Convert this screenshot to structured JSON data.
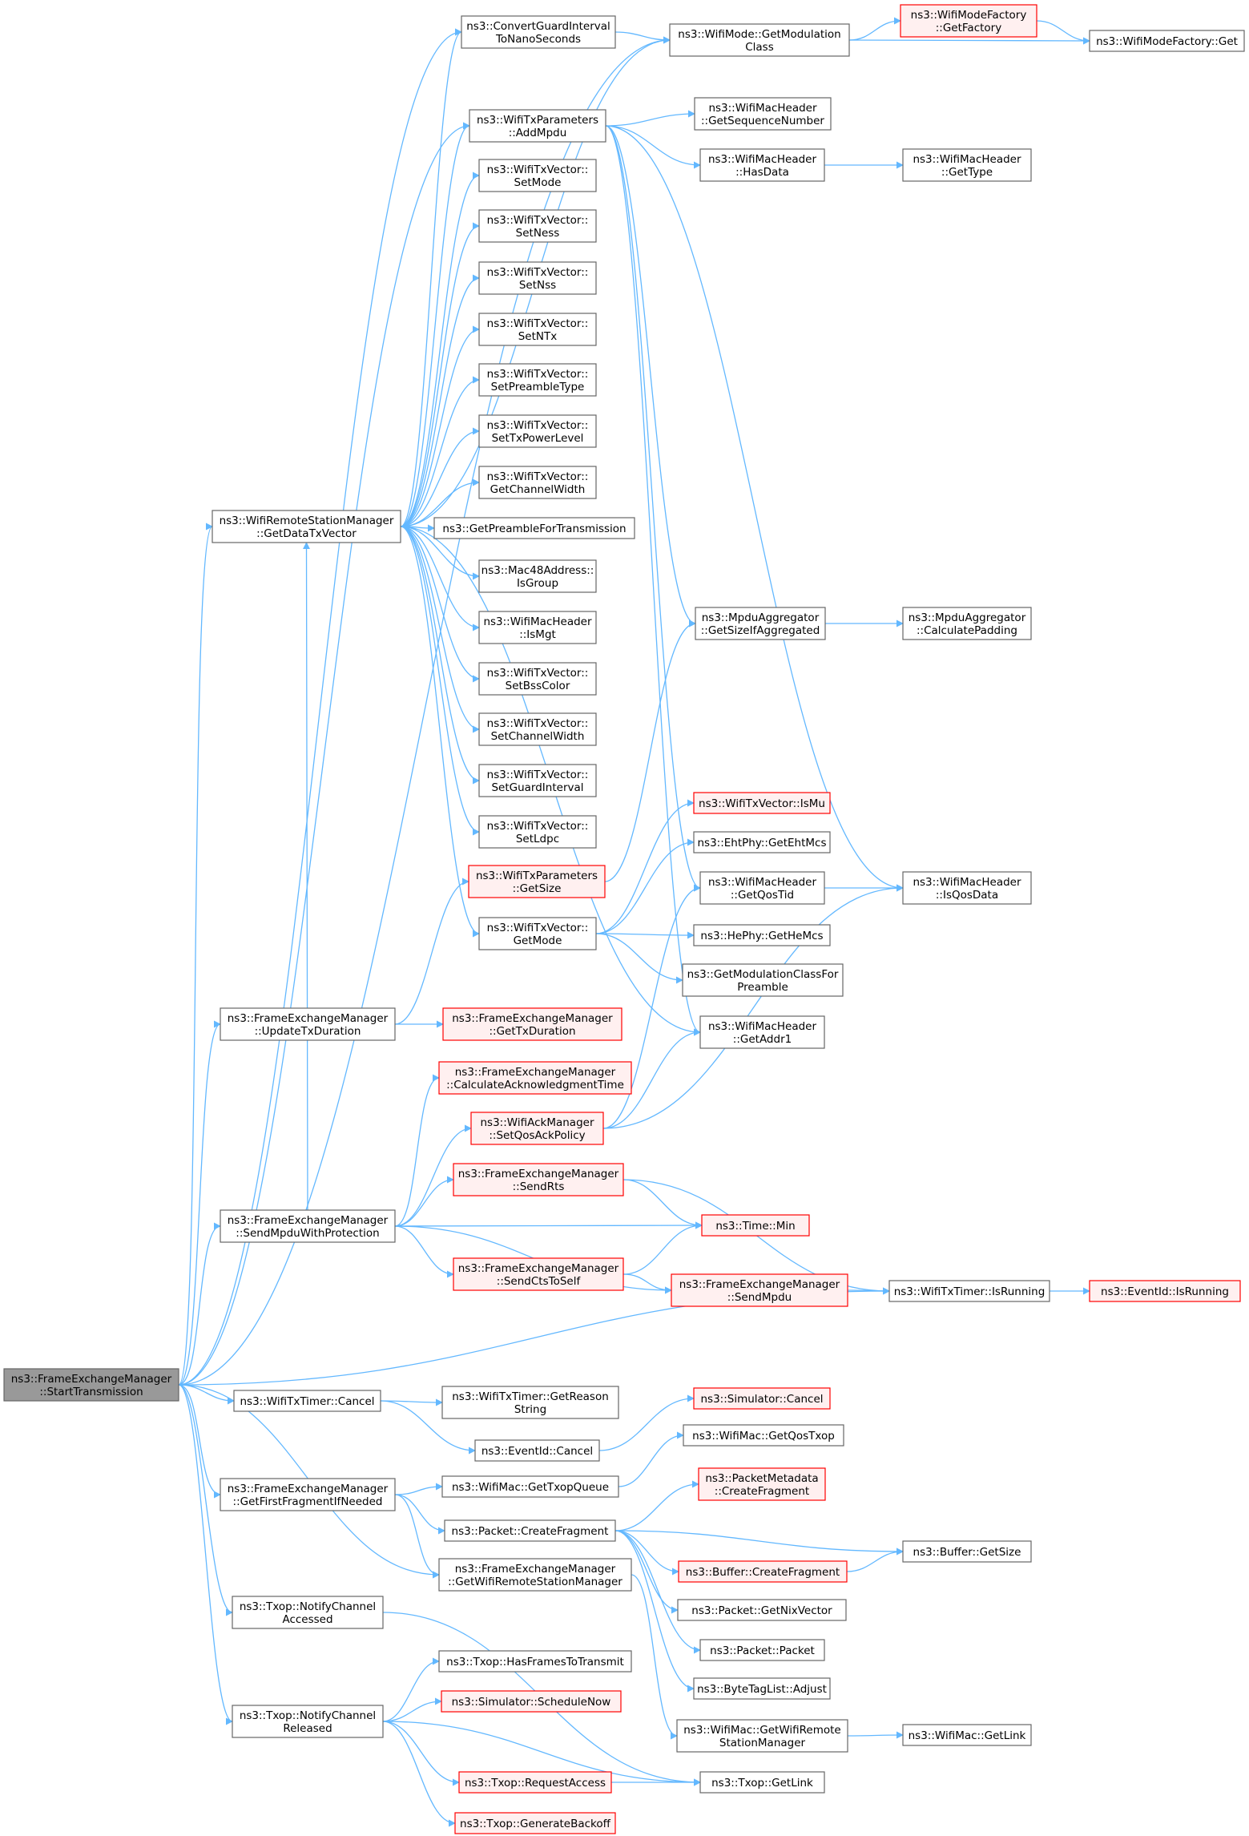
{
  "colors": {
    "edge": "#63b8ff",
    "node_border": "#666666",
    "node_fill": "#ffffff",
    "truncated_border": "#ff0000",
    "truncated_fill": "#fff0f0",
    "root_fill": "#999999",
    "root_border": "#666666"
  },
  "nodes": [
    {
      "id": "root",
      "lines": [
        "ns3::FrameExchangeManager",
        "::StartTransmission"
      ],
      "style": "root"
    },
    {
      "id": "convertGuard",
      "lines": [
        "ns3::ConvertGuardInterval",
        "ToNanoSeconds"
      ],
      "style": "normal"
    },
    {
      "id": "getModClass",
      "lines": [
        "ns3::WifiMode::GetModulation",
        "Class"
      ],
      "style": "normal"
    },
    {
      "id": "getFactory",
      "lines": [
        "ns3::WifiModeFactory",
        "::GetFactory"
      ],
      "style": "truncated"
    },
    {
      "id": "factoryGet",
      "lines": [
        "ns3::WifiModeFactory::Get"
      ],
      "style": "normal"
    },
    {
      "id": "addMpdu",
      "lines": [
        "ns3::WifiTxParameters",
        "::AddMpdu"
      ],
      "style": "normal"
    },
    {
      "id": "getSeqNum",
      "lines": [
        "ns3::WifiMacHeader",
        "::GetSequenceNumber"
      ],
      "style": "normal"
    },
    {
      "id": "hasData",
      "lines": [
        "ns3::WifiMacHeader",
        "::HasData"
      ],
      "style": "normal"
    },
    {
      "id": "getType",
      "lines": [
        "ns3::WifiMacHeader",
        "::GetType"
      ],
      "style": "normal"
    },
    {
      "id": "setMode",
      "lines": [
        "ns3::WifiTxVector::",
        "SetMode"
      ],
      "style": "normal"
    },
    {
      "id": "setNess",
      "lines": [
        "ns3::WifiTxVector::",
        "SetNess"
      ],
      "style": "normal"
    },
    {
      "id": "setNss",
      "lines": [
        "ns3::WifiTxVector::",
        "SetNss"
      ],
      "style": "normal"
    },
    {
      "id": "setNTx",
      "lines": [
        "ns3::WifiTxVector::",
        "SetNTx"
      ],
      "style": "normal"
    },
    {
      "id": "setPreamble",
      "lines": [
        "ns3::WifiTxVector::",
        "SetPreambleType"
      ],
      "style": "normal"
    },
    {
      "id": "setTxPower",
      "lines": [
        "ns3::WifiTxVector::",
        "SetTxPowerLevel"
      ],
      "style": "normal"
    },
    {
      "id": "getChWidth",
      "lines": [
        "ns3::WifiTxVector::",
        "GetChannelWidth"
      ],
      "style": "normal"
    },
    {
      "id": "getDataTxVector",
      "lines": [
        "ns3::WifiRemoteStationManager",
        "::GetDataTxVector"
      ],
      "style": "normal"
    },
    {
      "id": "getPreambleForTx",
      "lines": [
        "ns3::GetPreambleForTransmission"
      ],
      "style": "normal"
    },
    {
      "id": "isGroup",
      "lines": [
        "ns3::Mac48Address::",
        "IsGroup"
      ],
      "style": "normal"
    },
    {
      "id": "isMgt",
      "lines": [
        "ns3::WifiMacHeader",
        "::IsMgt"
      ],
      "style": "normal"
    },
    {
      "id": "setBssColor",
      "lines": [
        "ns3::WifiTxVector::",
        "SetBssColor"
      ],
      "style": "normal"
    },
    {
      "id": "setChWidth",
      "lines": [
        "ns3::WifiTxVector::",
        "SetChannelWidth"
      ],
      "style": "normal"
    },
    {
      "id": "setGuard",
      "lines": [
        "ns3::WifiTxVector::",
        "SetGuardInterval"
      ],
      "style": "normal"
    },
    {
      "id": "setLdpc",
      "lines": [
        "ns3::WifiTxVector::",
        "SetLdpc"
      ],
      "style": "normal"
    },
    {
      "id": "getSizeIfAgg",
      "lines": [
        "ns3::MpduAggregator",
        "::GetSizeIfAggregated"
      ],
      "style": "normal"
    },
    {
      "id": "calcPadding",
      "lines": [
        "ns3::MpduAggregator",
        "::CalculatePadding"
      ],
      "style": "normal"
    },
    {
      "id": "isMu",
      "lines": [
        "ns3::WifiTxVector::IsMu"
      ],
      "style": "truncated"
    },
    {
      "id": "getEhtMcs",
      "lines": [
        "ns3::EhtPhy::GetEhtMcs"
      ],
      "style": "normal"
    },
    {
      "id": "txParamGetSize",
      "lines": [
        "ns3::WifiTxParameters",
        "::GetSize"
      ],
      "style": "truncated"
    },
    {
      "id": "getQosTid",
      "lines": [
        "ns3::WifiMacHeader",
        "::GetQosTid"
      ],
      "style": "normal"
    },
    {
      "id": "isQosData",
      "lines": [
        "ns3::WifiMacHeader",
        "::IsQosData"
      ],
      "style": "normal"
    },
    {
      "id": "txVecGetMode",
      "lines": [
        "ns3::WifiTxVector::",
        "GetMode"
      ],
      "style": "normal"
    },
    {
      "id": "getHeMcs",
      "lines": [
        "ns3::HePhy::GetHeMcs"
      ],
      "style": "normal"
    },
    {
      "id": "getModClassPre",
      "lines": [
        "ns3::GetModulationClassFor",
        "Preamble"
      ],
      "style": "normal"
    },
    {
      "id": "updateTxDur",
      "lines": [
        "ns3::FrameExchangeManager",
        "::UpdateTxDuration"
      ],
      "style": "normal"
    },
    {
      "id": "getTxDuration",
      "lines": [
        "ns3::FrameExchangeManager",
        "::GetTxDuration"
      ],
      "style": "truncated"
    },
    {
      "id": "getAddr1",
      "lines": [
        "ns3::WifiMacHeader",
        "::GetAddr1"
      ],
      "style": "normal"
    },
    {
      "id": "calcAckTime",
      "lines": [
        "ns3::FrameExchangeManager",
        "::CalculateAcknowledgmentTime"
      ],
      "style": "truncated"
    },
    {
      "id": "setQosAck",
      "lines": [
        "ns3::WifiAckManager",
        "::SetQosAckPolicy"
      ],
      "style": "truncated"
    },
    {
      "id": "sendRts",
      "lines": [
        "ns3::FrameExchangeManager",
        "::SendRts"
      ],
      "style": "truncated"
    },
    {
      "id": "sendMpduProt",
      "lines": [
        "ns3::FrameExchangeManager",
        "::SendMpduWithProtection"
      ],
      "style": "normal"
    },
    {
      "id": "timeMin",
      "lines": [
        "ns3::Time::Min"
      ],
      "style": "truncated"
    },
    {
      "id": "sendCts",
      "lines": [
        "ns3::FrameExchangeManager",
        "::SendCtsToSelf"
      ],
      "style": "truncated"
    },
    {
      "id": "sendMpdu",
      "lines": [
        "ns3::FrameExchangeManager",
        "::SendMpdu"
      ],
      "style": "truncated"
    },
    {
      "id": "timerIsRunning",
      "lines": [
        "ns3::WifiTxTimer::IsRunning"
      ],
      "style": "normal"
    },
    {
      "id": "eventIsRunning",
      "lines": [
        "ns3::EventId::IsRunning"
      ],
      "style": "truncated"
    },
    {
      "id": "timerCancel",
      "lines": [
        "ns3::WifiTxTimer::Cancel"
      ],
      "style": "normal"
    },
    {
      "id": "getReasonStr",
      "lines": [
        "ns3::WifiTxTimer::GetReason",
        "String"
      ],
      "style": "normal"
    },
    {
      "id": "simCancel",
      "lines": [
        "ns3::Simulator::Cancel"
      ],
      "style": "truncated"
    },
    {
      "id": "eventCancel",
      "lines": [
        "ns3::EventId::Cancel"
      ],
      "style": "normal"
    },
    {
      "id": "getQosTxop",
      "lines": [
        "ns3::WifiMac::GetQosTxop"
      ],
      "style": "normal"
    },
    {
      "id": "getFirstFrag",
      "lines": [
        "ns3::FrameExchangeManager",
        "::GetFirstFragmentIfNeeded"
      ],
      "style": "normal"
    },
    {
      "id": "getTxopQueue",
      "lines": [
        "ns3::WifiMac::GetTxopQueue"
      ],
      "style": "normal"
    },
    {
      "id": "pmCreateFrag",
      "lines": [
        "ns3::PacketMetadata",
        "::CreateFragment"
      ],
      "style": "truncated"
    },
    {
      "id": "pktCreateFrag",
      "lines": [
        "ns3::Packet::CreateFragment"
      ],
      "style": "normal"
    },
    {
      "id": "bufGetSize",
      "lines": [
        "ns3::Buffer::GetSize"
      ],
      "style": "normal"
    },
    {
      "id": "bufCreateFrag",
      "lines": [
        "ns3::Buffer::CreateFragment"
      ],
      "style": "truncated"
    },
    {
      "id": "getWifiRsm",
      "lines": [
        "ns3::FrameExchangeManager",
        "::GetWifiRemoteStationManager"
      ],
      "style": "normal"
    },
    {
      "id": "notifyAccessed",
      "lines": [
        "ns3::Txop::NotifyChannel",
        "Accessed"
      ],
      "style": "normal"
    },
    {
      "id": "getNixVector",
      "lines": [
        "ns3::Packet::GetNixVector"
      ],
      "style": "normal"
    },
    {
      "id": "packetCtor",
      "lines": [
        "ns3::Packet::Packet"
      ],
      "style": "normal"
    },
    {
      "id": "hasFrames",
      "lines": [
        "ns3::Txop::HasFramesToTransmit"
      ],
      "style": "normal"
    },
    {
      "id": "byteTagAdjust",
      "lines": [
        "ns3::ByteTagList::Adjust"
      ],
      "style": "normal"
    },
    {
      "id": "scheduleNow",
      "lines": [
        "ns3::Simulator::ScheduleNow"
      ],
      "style": "truncated"
    },
    {
      "id": "notifyReleased",
      "lines": [
        "ns3::Txop::NotifyChannel",
        "Released"
      ],
      "style": "normal"
    },
    {
      "id": "macGetWifiRsm",
      "lines": [
        "ns3::WifiMac::GetWifiRemote",
        "StationManager"
      ],
      "style": "normal"
    },
    {
      "id": "macGetLink",
      "lines": [
        "ns3::WifiMac::GetLink"
      ],
      "style": "normal"
    },
    {
      "id": "requestAccess",
      "lines": [
        "ns3::Txop::RequestAccess"
      ],
      "style": "truncated"
    },
    {
      "id": "txopGetLink",
      "lines": [
        "ns3::Txop::GetLink"
      ],
      "style": "normal"
    },
    {
      "id": "genBackoff",
      "lines": [
        "ns3::Txop::GenerateBackoff"
      ],
      "style": "truncated"
    }
  ],
  "edges": [
    [
      "root",
      "convertGuard"
    ],
    [
      "root",
      "getModClass"
    ],
    [
      "root",
      "addMpdu"
    ],
    [
      "root",
      "getDataTxVector"
    ],
    [
      "root",
      "updateTxDur"
    ],
    [
      "root",
      "sendMpduProt"
    ],
    [
      "root",
      "timerIsRunning"
    ],
    [
      "root",
      "timerCancel"
    ],
    [
      "root",
      "getFirstFrag"
    ],
    [
      "root",
      "getWifiRsm"
    ],
    [
      "root",
      "notifyAccessed"
    ],
    [
      "root",
      "notifyReleased"
    ],
    [
      "convertGuard",
      "getModClass"
    ],
    [
      "getModClass",
      "getFactory"
    ],
    [
      "getModClass",
      "factoryGet"
    ],
    [
      "getFactory",
      "factoryGet"
    ],
    [
      "addMpdu",
      "getSeqNum"
    ],
    [
      "addMpdu",
      "hasData"
    ],
    [
      "addMpdu",
      "getSizeIfAgg"
    ],
    [
      "addMpdu",
      "getQosTid"
    ],
    [
      "addMpdu",
      "isQosData"
    ],
    [
      "addMpdu",
      "getAddr1"
    ],
    [
      "hasData",
      "getType"
    ],
    [
      "getDataTxVector",
      "setMode"
    ],
    [
      "getDataTxVector",
      "setNess"
    ],
    [
      "getDataTxVector",
      "setNss"
    ],
    [
      "getDataTxVector",
      "setNTx"
    ],
    [
      "getDataTxVector",
      "setPreamble"
    ],
    [
      "getDataTxVector",
      "setTxPower"
    ],
    [
      "getDataTxVector",
      "getChWidth"
    ],
    [
      "getDataTxVector",
      "getPreambleForTx"
    ],
    [
      "getDataTxVector",
      "isGroup"
    ],
    [
      "getDataTxVector",
      "isMgt"
    ],
    [
      "getDataTxVector",
      "setBssColor"
    ],
    [
      "getDataTxVector",
      "setChWidth"
    ],
    [
      "getDataTxVector",
      "setGuard"
    ],
    [
      "getDataTxVector",
      "setLdpc"
    ],
    [
      "getDataTxVector",
      "txVecGetMode"
    ],
    [
      "getDataTxVector",
      "getAddr1"
    ],
    [
      "getDataTxVector",
      "convertGuard"
    ],
    [
      "getDataTxVector",
      "getModClass"
    ],
    [
      "getDataTxVector",
      "addMpdu"
    ],
    [
      "getSizeIfAgg",
      "calcPadding"
    ],
    [
      "txParamGetSize",
      "getSizeIfAgg"
    ],
    [
      "txVecGetMode",
      "isMu"
    ],
    [
      "txVecGetMode",
      "getEhtMcs"
    ],
    [
      "txVecGetMode",
      "getHeMcs"
    ],
    [
      "txVecGetMode",
      "getModClassPre"
    ],
    [
      "getQosTid",
      "isQosData"
    ],
    [
      "updateTxDur",
      "txParamGetSize"
    ],
    [
      "updateTxDur",
      "getTxDuration"
    ],
    [
      "setQosAck",
      "getQosTid"
    ],
    [
      "setQosAck",
      "getAddr1"
    ],
    [
      "setQosAck",
      "isQosData"
    ],
    [
      "sendMpduProt",
      "calcAckTime"
    ],
    [
      "sendMpduProt",
      "setQosAck"
    ],
    [
      "sendMpduProt",
      "sendRts"
    ],
    [
      "sendMpduProt",
      "timeMin"
    ],
    [
      "sendMpduProt",
      "sendCts"
    ],
    [
      "sendMpduProt",
      "sendMpdu"
    ],
    [
      "sendMpduProt",
      "getDataTxVector"
    ],
    [
      "sendRts",
      "timeMin"
    ],
    [
      "sendRts",
      "timerIsRunning"
    ],
    [
      "sendCts",
      "timeMin"
    ],
    [
      "sendCts",
      "sendMpdu"
    ],
    [
      "sendMpdu",
      "timerIsRunning"
    ],
    [
      "timerIsRunning",
      "eventIsRunning"
    ],
    [
      "timerCancel",
      "getReasonStr"
    ],
    [
      "timerCancel",
      "eventCancel"
    ],
    [
      "eventCancel",
      "simCancel"
    ],
    [
      "getFirstFrag",
      "getTxopQueue"
    ],
    [
      "getFirstFrag",
      "pktCreateFrag"
    ],
    [
      "getFirstFrag",
      "getWifiRsm"
    ],
    [
      "getTxopQueue",
      "getQosTxop"
    ],
    [
      "pktCreateFrag",
      "pmCreateFrag"
    ],
    [
      "pktCreateFrag",
      "bufGetSize"
    ],
    [
      "pktCreateFrag",
      "bufCreateFrag"
    ],
    [
      "pktCreateFrag",
      "getNixVector"
    ],
    [
      "pktCreateFrag",
      "packetCtor"
    ],
    [
      "pktCreateFrag",
      "byteTagAdjust"
    ],
    [
      "bufCreateFrag",
      "bufGetSize"
    ],
    [
      "getWifiRsm",
      "macGetWifiRsm"
    ],
    [
      "macGetWifiRsm",
      "macGetLink"
    ],
    [
      "notifyAccessed",
      "txopGetLink"
    ],
    [
      "notifyReleased",
      "hasFrames"
    ],
    [
      "notifyReleased",
      "scheduleNow"
    ],
    [
      "notifyReleased",
      "requestAccess"
    ],
    [
      "notifyReleased",
      "txopGetLink"
    ],
    [
      "notifyReleased",
      "genBackoff"
    ],
    [
      "requestAccess",
      "txopGetLink"
    ]
  ]
}
